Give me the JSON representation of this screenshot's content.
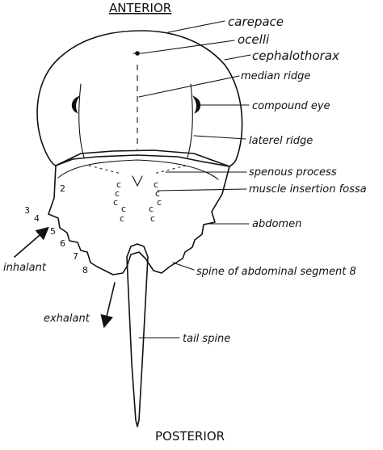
{
  "headings": {
    "anterior": "ANTERIOR",
    "posterior": "POSTERIOR"
  },
  "labels": {
    "carapace": "carepace",
    "ocelli": "ocelli",
    "cephalothorax": "cephalothorax",
    "median_ridge": "median ridge",
    "compound_eye": "compound eye",
    "lateral_ridge": "laterel ridge",
    "spinous_process": "spenous process",
    "muscle_insertion_fossa": "muscle insertion fossa",
    "abdomen": "abdomen",
    "spine_segment_8": "spine of abdominal segment 8",
    "tail_spine": "tail spine",
    "inhalant": "inhalant",
    "exhalant": "exhalant"
  },
  "segment_numbers": [
    "2",
    "3",
    "4",
    "5",
    "6",
    "7",
    "8"
  ]
}
